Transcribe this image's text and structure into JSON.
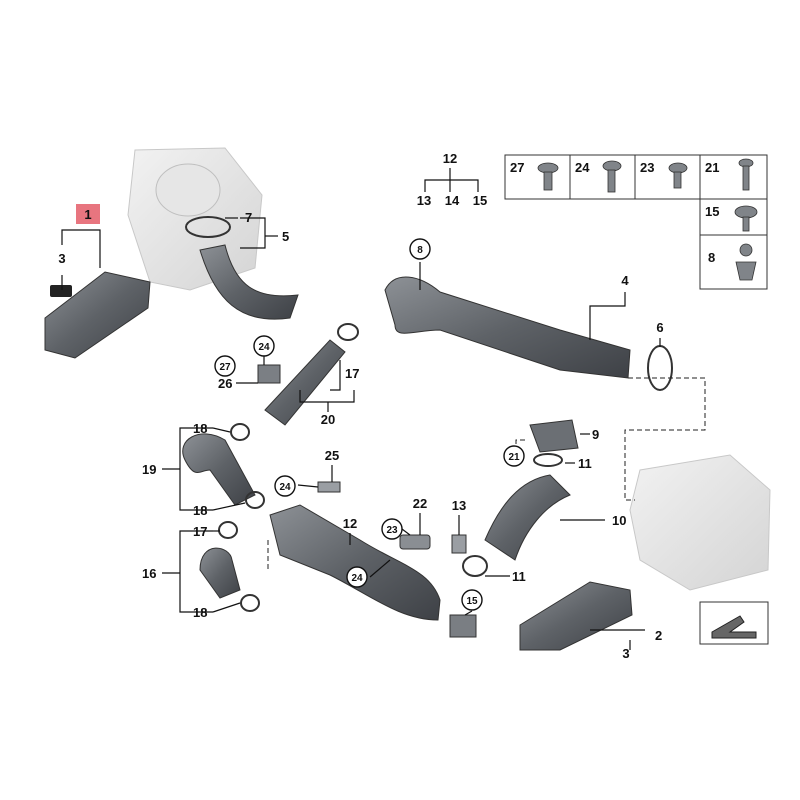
{
  "diagram": {
    "callouts": [
      {
        "id": "c1",
        "label": "1",
        "highlight": true
      },
      {
        "id": "c3",
        "label": "3"
      },
      {
        "id": "c7",
        "label": "7"
      },
      {
        "id": "c5",
        "label": "5"
      },
      {
        "id": "c12top",
        "label": "12"
      },
      {
        "id": "c13a",
        "label": "13"
      },
      {
        "id": "c14",
        "label": "14"
      },
      {
        "id": "c15a",
        "label": "15"
      },
      {
        "id": "c4",
        "label": "4"
      },
      {
        "id": "c6",
        "label": "6"
      },
      {
        "id": "c17a",
        "label": "17"
      },
      {
        "id": "c26",
        "label": "26"
      },
      {
        "id": "c20",
        "label": "20"
      },
      {
        "id": "c18a",
        "label": "18"
      },
      {
        "id": "c19",
        "label": "19"
      },
      {
        "id": "c18b",
        "label": "18"
      },
      {
        "id": "c25",
        "label": "25"
      },
      {
        "id": "c9",
        "label": "9"
      },
      {
        "id": "c11a",
        "label": "11"
      },
      {
        "id": "c12mid",
        "label": "12"
      },
      {
        "id": "c22",
        "label": "22"
      },
      {
        "id": "c13b",
        "label": "13"
      },
      {
        "id": "c10",
        "label": "10"
      },
      {
        "id": "c17b",
        "label": "17"
      },
      {
        "id": "c16",
        "label": "16"
      },
      {
        "id": "c11b",
        "label": "11"
      },
      {
        "id": "c18c",
        "label": "18"
      },
      {
        "id": "c2",
        "label": "2"
      },
      {
        "id": "c3b",
        "label": "3"
      }
    ],
    "circled": [
      {
        "id": "o8",
        "label": "8"
      },
      {
        "id": "o27",
        "label": "27"
      },
      {
        "id": "o24a",
        "label": "24"
      },
      {
        "id": "o24b",
        "label": "24"
      },
      {
        "id": "o21",
        "label": "21"
      },
      {
        "id": "o23",
        "label": "23"
      },
      {
        "id": "o24c",
        "label": "24"
      },
      {
        "id": "o15",
        "label": "15"
      }
    ],
    "hardware_table": {
      "top_row": [
        "27",
        "24",
        "23",
        "21"
      ],
      "side_column": [
        "15",
        "8"
      ]
    }
  }
}
